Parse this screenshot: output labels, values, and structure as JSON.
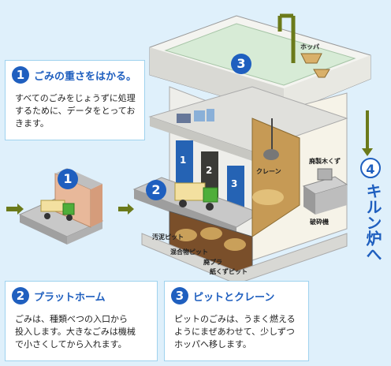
{
  "step1": {
    "num": "1",
    "title": "ごみの重さをはかる。",
    "body": "すべてのごみをじょうずに処理\nするために、データをとってお\nきます。"
  },
  "step2": {
    "num": "2",
    "title": "プラットホーム",
    "body": "ごみは、種類べつの入口から\n投入します。大きなごみは機械\nで小さくしてから入れます。"
  },
  "step3": {
    "num": "3",
    "title": "ピットとクレーン",
    "body": "ピットのごみは、うまく燃える\nようにまぜあわせて、少しずつ\nホッパへ移します。"
  },
  "step4": {
    "num": "4",
    "title": "キルン炉へ"
  },
  "diagram_markers": [
    "1",
    "2",
    "3"
  ],
  "door_numbers": [
    "1",
    "2",
    "3"
  ],
  "labels": {
    "hopper": "ホッパ",
    "crane": "クレーン",
    "wood_chips": "廃製木くず",
    "crusher": "破砕機",
    "sludge_pit": "汚泥ピット",
    "mixed_pit": "混合物ピット",
    "waste_plastic": "廃プラ",
    "paper_wood_pit": "紙くずピット"
  },
  "colors": {
    "accent": "#1f5fbf",
    "background": "#dff0fb",
    "arrow": "#6b7a1a"
  }
}
